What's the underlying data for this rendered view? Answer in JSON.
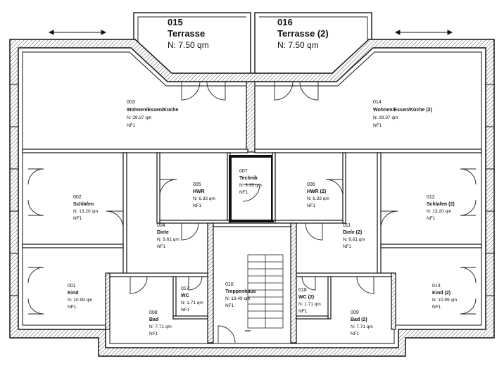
{
  "rooms": [
    {
      "id": "015",
      "name": "Terrasse",
      "area": "N:  7.50  qm"
    },
    {
      "id": "016",
      "name": "Terrasse (2)",
      "area": "N:  7.50  qm"
    },
    {
      "id": "003",
      "name": "Wohnen/Essen/Küche",
      "area": "N:  29.37  qm",
      "nf": "NF1"
    },
    {
      "id": "014",
      "name": "Wohnen/Essen/Küche (2)",
      "area": "N:  29.37  qm",
      "nf": "NF1"
    },
    {
      "id": "002",
      "name": "Schlafen",
      "area": "N:  13.20  qm",
      "nf": "NF1"
    },
    {
      "id": "005",
      "name": "HWR",
      "area": "N:  6.33  qm",
      "nf": "NF1"
    },
    {
      "id": "007",
      "name": "Technik",
      "area": "N:  3.30  qm",
      "nf": "NF1"
    },
    {
      "id": "006",
      "name": "HWR (2)",
      "area": "N:  6.33  qm",
      "nf": "NF1"
    },
    {
      "id": "012",
      "name": "Schlafen (2)",
      "area": "N:  13.20  qm",
      "nf": "NF1"
    },
    {
      "id": "004",
      "name": "Diele",
      "area": "N:  9.61  qm",
      "nf": "NF1"
    },
    {
      "id": "011",
      "name": "Diele (2)",
      "area": "N:  9.61  qm",
      "nf": "NF1"
    },
    {
      "id": "001",
      "name": "Kind",
      "area": "N:  10.99  qm",
      "nf": "NF1"
    },
    {
      "id": "017",
      "name": "WC",
      "area": "N:  1.71  qm",
      "nf": "NF1"
    },
    {
      "id": "010",
      "name": "Treppenhaus",
      "area": "N:  13.49  qm",
      "nf": "NF1"
    },
    {
      "id": "018",
      "name": "WC (2)",
      "area": "N:  1.71  qm",
      "nf": "NF1"
    },
    {
      "id": "013",
      "name": "Kind (2)",
      "area": "N:  10.99  qm",
      "nf": "NF1"
    },
    {
      "id": "008",
      "name": "Bad",
      "area": "N:  7.71  qm",
      "nf": "NF1"
    },
    {
      "id": "009",
      "name": "Bad (2)",
      "area": "N:  7.71  qm",
      "nf": "NF1"
    }
  ],
  "colors": {
    "wall": "#1a1a1a",
    "hatch": "#444444",
    "line": "#222222"
  }
}
